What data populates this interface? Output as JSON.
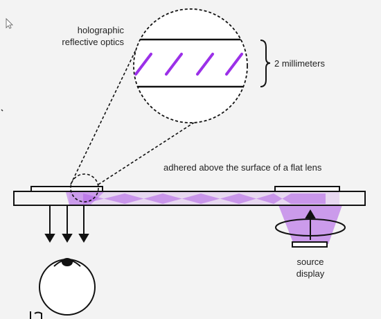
{
  "labels": {
    "optics_line1": "holographic",
    "optics_line2": "reflective optics",
    "thickness": "2 millimeters",
    "adhered": "adhered above the surface of a flat lens",
    "source_line1": "source",
    "source_line2": "display"
  },
  "colors": {
    "light": "#b060e6",
    "hologram": "#9b30e8",
    "ink": "#111111",
    "background": "#f3f3f3"
  },
  "icons": {
    "cursor": "mouse-cursor-icon"
  }
}
